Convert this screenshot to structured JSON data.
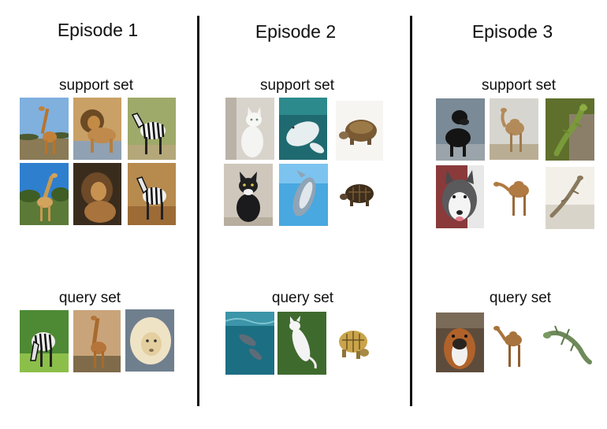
{
  "episodes": [
    {
      "title": "Episode 1",
      "support_label": "support set",
      "query_label": "query set",
      "support": [
        "giraffe",
        "lion",
        "zebra",
        "giraffe",
        "lion",
        "zebra"
      ],
      "query": [
        "zebra",
        "giraffe",
        "lion"
      ]
    },
    {
      "title": "Episode 2",
      "support_label": "support set",
      "query_label": "query set",
      "support": [
        "cat",
        "beluga",
        "tortoise",
        "cat",
        "dolphin",
        "tortoise"
      ],
      "query": [
        "dolphin",
        "cat",
        "tortoise"
      ]
    },
    {
      "title": "Episode 3",
      "support_label": "support set",
      "query_label": "query set",
      "support": [
        "dog",
        "camel",
        "lizard",
        "dog",
        "camel",
        "lizard"
      ],
      "query": [
        "dog",
        "camel",
        "lizard"
      ]
    }
  ]
}
